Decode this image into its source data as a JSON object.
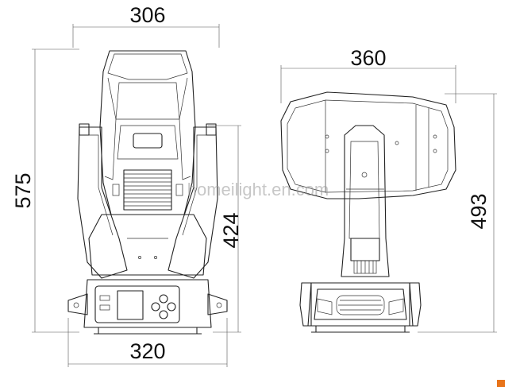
{
  "front_view": {
    "top_width": "306",
    "total_height": "575",
    "arm_height": "424",
    "base_width": "320"
  },
  "side_view": {
    "depth": "360",
    "height": "493"
  },
  "watermark": "homeilight.en.com",
  "colors": {
    "line": "#222222",
    "dim_line": "#555555",
    "watermark": "#9a9a9a",
    "accent": "#e8741a"
  }
}
